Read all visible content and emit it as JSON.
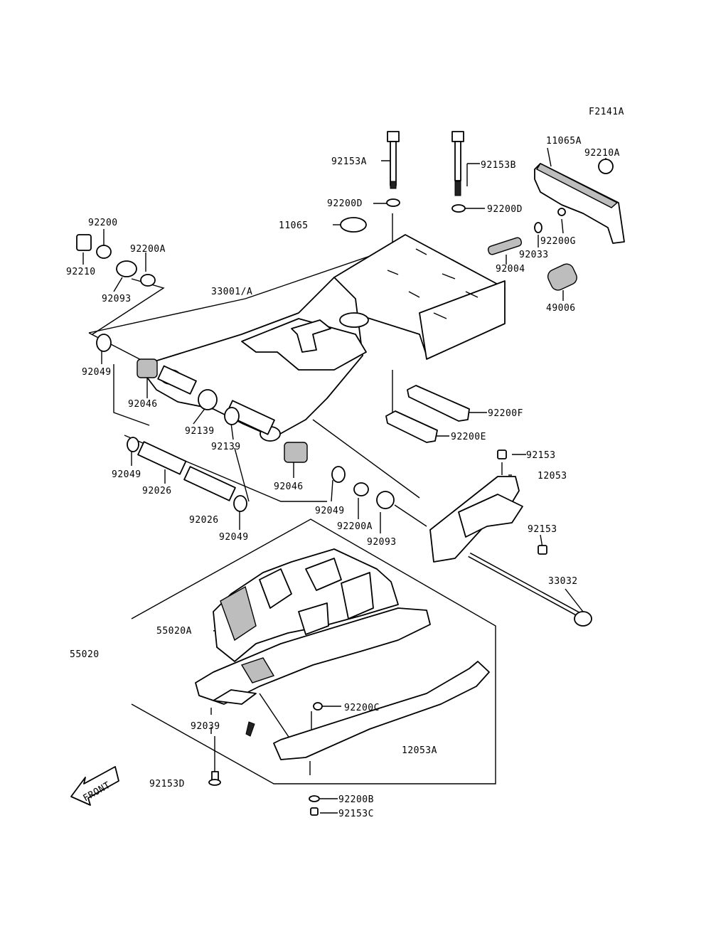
{
  "figure_code": "F2141A",
  "front_arrow_text": "FRONT",
  "labels": [
    {
      "key": "p92153A",
      "text": "92153A"
    },
    {
      "key": "p92153B",
      "text": "92153B"
    },
    {
      "key": "p11065A",
      "text": "11065A"
    },
    {
      "key": "p92210A",
      "text": "92210A"
    },
    {
      "key": "p92200D_a",
      "text": "92200D"
    },
    {
      "key": "p92200D_b",
      "text": "92200D"
    },
    {
      "key": "p11065",
      "text": "11065"
    },
    {
      "key": "p92200G",
      "text": "92200G"
    },
    {
      "key": "p92033",
      "text": "92033"
    },
    {
      "key": "p92004",
      "text": "92004"
    },
    {
      "key": "p49006",
      "text": "49006"
    },
    {
      "key": "p92200",
      "text": "92200"
    },
    {
      "key": "p92200A_a",
      "text": "92200A"
    },
    {
      "key": "p92210",
      "text": "92210"
    },
    {
      "key": "p92093_a",
      "text": "92093"
    },
    {
      "key": "p33001A",
      "text": "33001/A"
    },
    {
      "key": "p92049_a",
      "text": "92049"
    },
    {
      "key": "p92046_a",
      "text": "92046"
    },
    {
      "key": "p92139_a",
      "text": "92139"
    },
    {
      "key": "p92139_b",
      "text": "92139"
    },
    {
      "key": "p92200F",
      "text": "92200F"
    },
    {
      "key": "p92200E",
      "text": "92200E"
    },
    {
      "key": "p92153_a",
      "text": "92153"
    },
    {
      "key": "p12053",
      "text": "12053"
    },
    {
      "key": "p92049_b",
      "text": "92049"
    },
    {
      "key": "p92026_a",
      "text": "92026"
    },
    {
      "key": "p92046_b",
      "text": "92046"
    },
    {
      "key": "p92049_c",
      "text": "92049"
    },
    {
      "key": "p92200A_b",
      "text": "92200A"
    },
    {
      "key": "p92093_b",
      "text": "92093"
    },
    {
      "key": "p92153_b",
      "text": "92153"
    },
    {
      "key": "p92026_b",
      "text": "92026"
    },
    {
      "key": "p92049_d",
      "text": "92049"
    },
    {
      "key": "p33032",
      "text": "33032"
    },
    {
      "key": "p55020A",
      "text": "55020A"
    },
    {
      "key": "p55020",
      "text": "55020"
    },
    {
      "key": "p92200C",
      "text": "92200C"
    },
    {
      "key": "p92039",
      "text": "92039"
    },
    {
      "key": "p12053A",
      "text": "12053A"
    },
    {
      "key": "p92153D",
      "text": "92153D"
    },
    {
      "key": "p92200B",
      "text": "92200B"
    },
    {
      "key": "p92153C",
      "text": "92153C"
    }
  ]
}
